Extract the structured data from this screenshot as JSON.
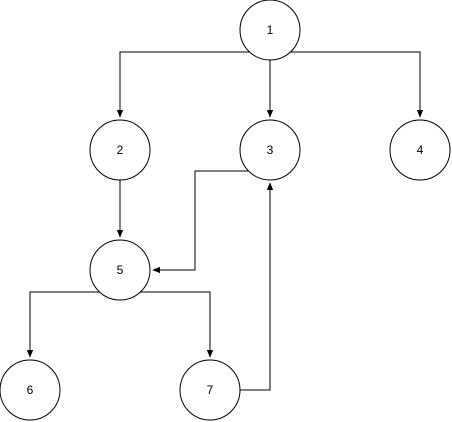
{
  "diagram": {
    "type": "directed-graph",
    "colors": {
      "stroke": "#000000",
      "fill": "#ffffff",
      "text": "#000000",
      "background": "#ffffff"
    },
    "nodes": [
      {
        "id": "1",
        "label": "1"
      },
      {
        "id": "2",
        "label": "2"
      },
      {
        "id": "3",
        "label": "3"
      },
      {
        "id": "4",
        "label": "4"
      },
      {
        "id": "5",
        "label": "5"
      },
      {
        "id": "6",
        "label": "6"
      },
      {
        "id": "7",
        "label": "7"
      }
    ],
    "edges": [
      {
        "from": "1",
        "to": "2"
      },
      {
        "from": "1",
        "to": "3"
      },
      {
        "from": "1",
        "to": "4"
      },
      {
        "from": "2",
        "to": "5"
      },
      {
        "from": "3",
        "to": "5"
      },
      {
        "from": "5",
        "to": "6"
      },
      {
        "from": "5",
        "to": "7"
      },
      {
        "from": "7",
        "to": "3"
      }
    ]
  }
}
